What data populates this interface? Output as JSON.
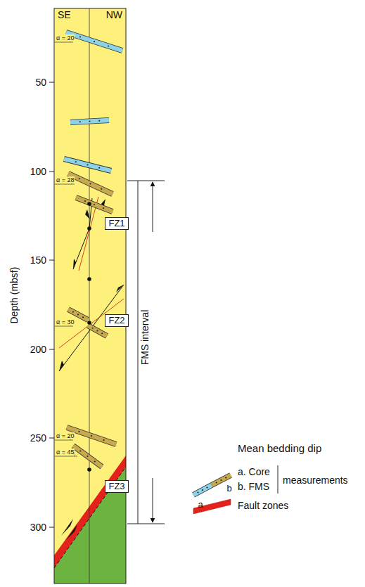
{
  "diagram": {
    "nodes": [
      {
        "text": [
          "FZ1"
        ]
      },
      {
        "text": [
          "FZ2"
        ]
      },
      {
        "text": [
          "FZ3"
        ]
      }
    ],
    "labels": [
      "SE",
      "NW",
      "50",
      "100",
      "150",
      "200",
      "250",
      "300",
      "Depth (mbsf)",
      "α = 20",
      "α = 28",
      "α = 30",
      "α = 20",
      "α = 45",
      "FMS interval",
      "Mean bedding dip",
      "a",
      "b",
      "measurements"
    ],
    "legend": [
      {
        "text": "a. Core"
      },
      {
        "text": "b. FMS"
      },
      {
        "text": "Fault zones",
        "color": "#e3231b"
      }
    ]
  }
}
